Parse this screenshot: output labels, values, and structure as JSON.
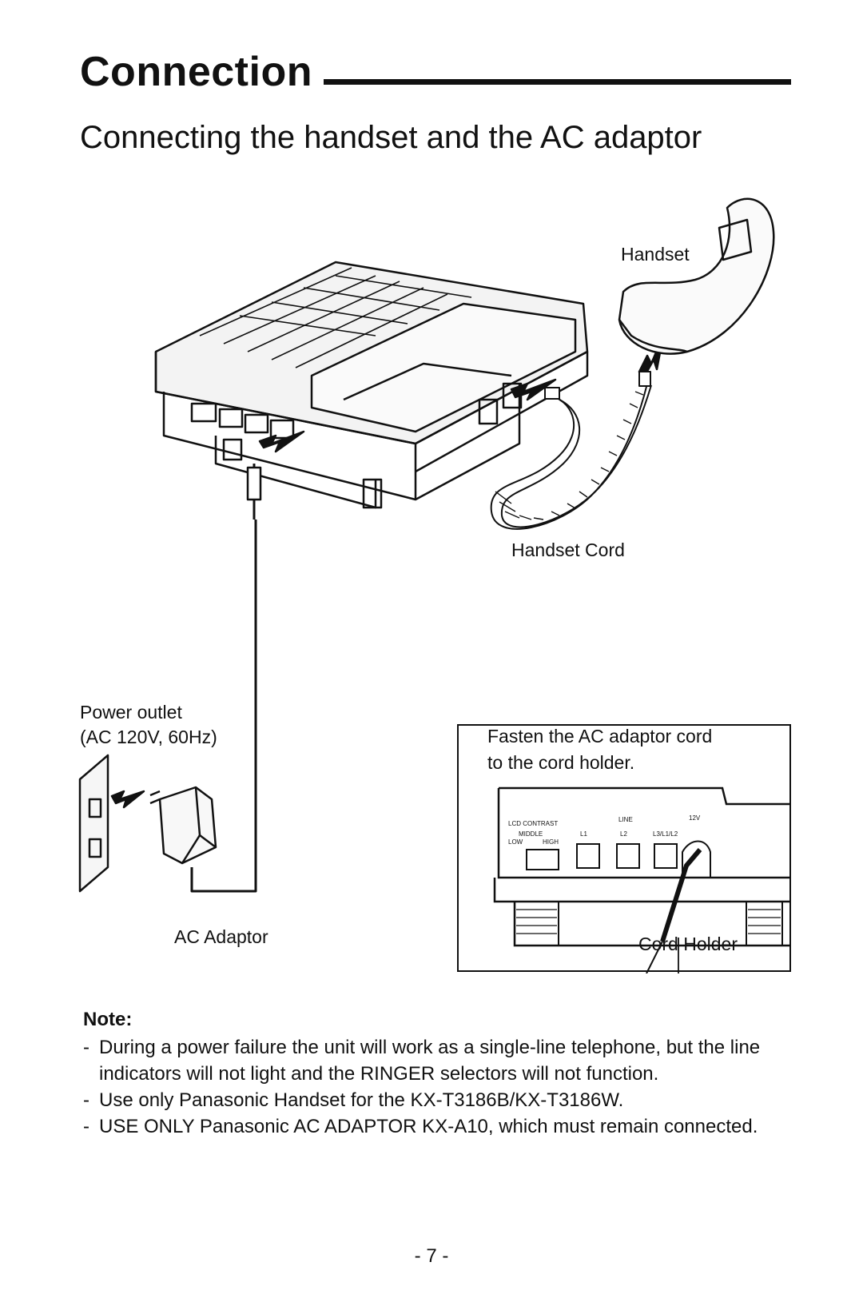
{
  "header": {
    "title": "Connection",
    "subtitle": "Connecting the handset and the AC adaptor"
  },
  "diagram": {
    "handset_label": "Handset",
    "handset_cord_label": "Handset Cord",
    "power_outlet_label": "Power outlet",
    "power_outlet_spec": "(AC 120V, 60Hz)",
    "ac_adaptor_label": "AC Adaptor"
  },
  "inset": {
    "instruction_line1": "Fasten the AC adaptor cord",
    "instruction_line2": "to the cord holder.",
    "cord_holder_label": "Cord Holder",
    "panel_labels": {
      "lcd_contrast": "LCD CONTRAST",
      "line": "LINE",
      "middle": "MIDDLE",
      "low": "LOW",
      "high": "HIGH",
      "l1": "L1",
      "l2": "L2",
      "l3": "L3/L1/L2",
      "dc": "12V"
    }
  },
  "note": {
    "title": "Note:",
    "items": [
      "During a power failure the unit will work as a single-line telephone, but the line indicators will not light and the RINGER selectors will not function.",
      "Use only Panasonic Handset for the KX-T3186B/KX-T3186W.",
      "USE ONLY Panasonic AC ADAPTOR KX-A10, which must remain connected."
    ]
  },
  "footer": {
    "page_number": "- 7 -"
  }
}
